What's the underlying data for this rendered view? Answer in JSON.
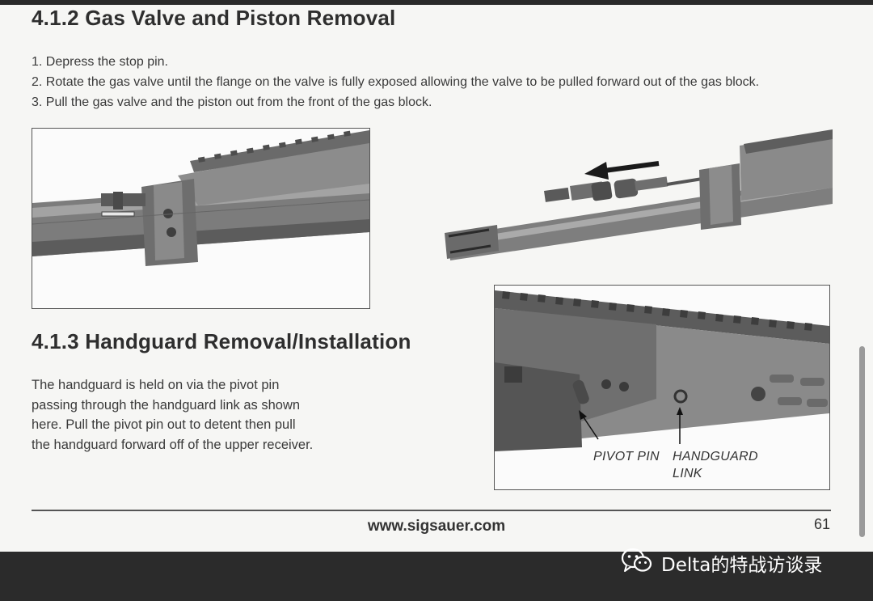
{
  "section_1": {
    "heading": "4.1.2 Gas Valve and Piston Removal",
    "steps": [
      "1. Depress the stop pin.",
      "2. Rotate the gas valve until the flange on the valve is fully exposed allowing the valve to be pulled forward out of the gas block.",
      "3. Pull the gas valve and the piston out from the front of the gas block."
    ]
  },
  "section_2": {
    "heading": "4.1.3 Handguard Removal/Installation",
    "paragraph_lines": [
      "The handguard is held on via the pivot pin",
      "passing through the handguard link as shown",
      "here. Pull the pivot pin out to detent then pull",
      "the handguard forward off of the upper receiver."
    ],
    "callouts": {
      "pivot_pin": "PIVOT PIN",
      "handguard_link_1": "HANDGUARD",
      "handguard_link_2": "LINK"
    }
  },
  "footer": {
    "url": "www.sigsauer.com",
    "page_number": "61"
  },
  "watermark": {
    "icon": "wechat-icon",
    "text": "Delta的特战访谈录"
  }
}
